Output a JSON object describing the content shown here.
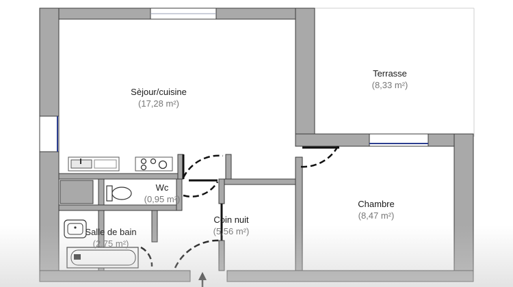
{
  "plan": {
    "rooms": [
      {
        "key": "sejour",
        "name": "Sèjour/cuisine",
        "area": "(17,28 m²)"
      },
      {
        "key": "terrasse",
        "name": "Terrasse",
        "area": "(8,33 m²)"
      },
      {
        "key": "wc",
        "name": "Wc",
        "area": "(0,95 m²)"
      },
      {
        "key": "sdb",
        "name": "Salle de bain",
        "area": "(2,75 m²)"
      },
      {
        "key": "coin-nuit",
        "name": "Coin nuit",
        "area": "(5,56 m²)"
      },
      {
        "key": "chambre",
        "name": "Chambre",
        "area": "(8,47 m²)"
      }
    ],
    "colors": {
      "wall": "#a9a9a9",
      "wall_edge": "#3a3a3a",
      "window": "#2c3e8f",
      "door": "#111111",
      "label": "#1a1a1a",
      "area": "#777777"
    },
    "icons": [
      "kitchen-sink-icon",
      "stove-icon",
      "toilet-icon",
      "washbasin-icon",
      "bathtub-icon",
      "entrance-arrow-icon"
    ]
  }
}
